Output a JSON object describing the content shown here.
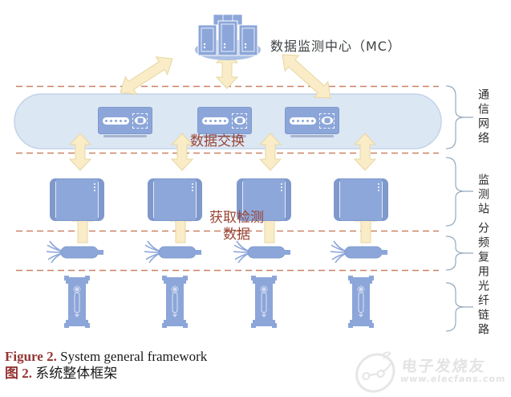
{
  "diagram": {
    "center_label": "数据监测中心（MC）",
    "exchange_label": "数据交换",
    "acquire_line1": "获取检测",
    "acquire_line2": "数据",
    "layers": [
      {
        "label": "通信网络"
      },
      {
        "label": "监测站"
      },
      {
        "label": "分频复用"
      },
      {
        "label": "光纤链路"
      }
    ]
  },
  "caption": {
    "en_prefix": "Figure 2.",
    "en_text": " System general framework",
    "zh_prefix": "图 2.",
    "zh_text": " 系统整体框架"
  },
  "watermark": {
    "brand": "电子发烧友",
    "site": "www.elecfans.com"
  },
  "colors": {
    "device_blue": "#8CA6D9",
    "device_border": "#7E99CC",
    "cloud_fill": "#DCE7F4",
    "cloud_border": "#C3D3E8",
    "arrow_fill": "#F9ECC6",
    "arrow_stroke": "#E6D7A4",
    "dashed_line": "#C98366",
    "accent_red": "#9A4435",
    "brace": "#96A9BE"
  }
}
